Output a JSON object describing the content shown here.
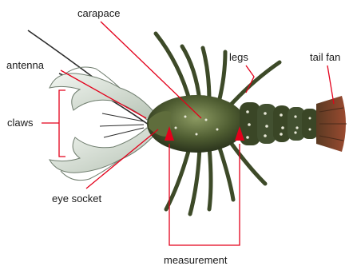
{
  "labels": {
    "carapace": "carapace",
    "antenna": "antenna",
    "legs": "legs",
    "tail_fan": "tail fan",
    "claws": "claws",
    "eye_socket": "eye socket",
    "measurement": "measurement"
  },
  "colors": {
    "leader_line": "#e3001b",
    "bracket": "#e3001b",
    "shell_dark": "#2f3a22",
    "shell_mid": "#5b6b3a",
    "claw_pale": "#dfe7df",
    "tail_red": "#8a3b2b"
  }
}
